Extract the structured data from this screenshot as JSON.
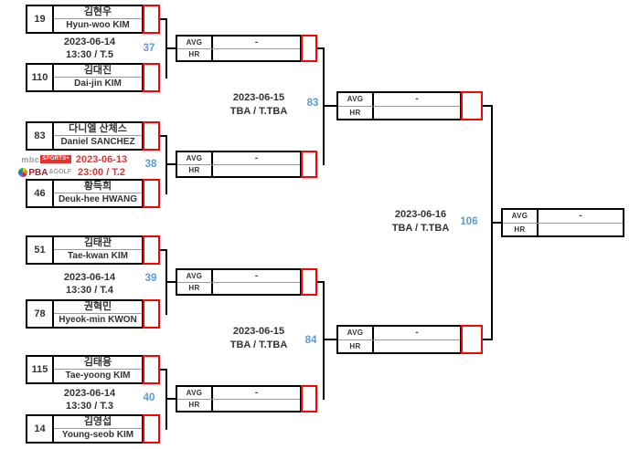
{
  "colors": {
    "match_number_blue": "#5B9BD5",
    "winner_stub_red": "#FF0000",
    "red_date_text": "#E8312B",
    "box_border": "#000000",
    "row_divider_gray": "#999999"
  },
  "score_labels": {
    "avg": "AVG",
    "hr": "HR",
    "avg_value": "-",
    "hr_value": ""
  },
  "round1": [
    {
      "match_no": "37",
      "date": "2023-06-14",
      "time": "13:30 / T.5",
      "p1": {
        "seed": "19",
        "name_kr": "김현우",
        "name_en": "Hyun-woo KIM"
      },
      "p2": {
        "seed": "110",
        "name_kr": "김대진",
        "name_en": "Dai-jin KIM"
      }
    },
    {
      "match_no": "38",
      "date": "2023-06-13",
      "time": "23:00 / T.2",
      "broadcast": {
        "mbc": "mbc",
        "sports_plus": "SPORTS+",
        "pba": "PBA",
        "and_golf": "&GOLF"
      },
      "p1": {
        "seed": "83",
        "name_kr": "다니엘 산체스",
        "name_en": "Daniel SANCHEZ"
      },
      "p2": {
        "seed": "46",
        "name_kr": "황득희",
        "name_en": "Deuk-hee HWANG"
      }
    },
    {
      "match_no": "39",
      "date": "2023-06-14",
      "time": "13:30 / T.4",
      "p1": {
        "seed": "51",
        "name_kr": "김태관",
        "name_en": "Tae-kwan KIM"
      },
      "p2": {
        "seed": "78",
        "name_kr": "권혁민",
        "name_en": "Hyeok-min KWON"
      }
    },
    {
      "match_no": "40",
      "date": "2023-06-14",
      "time": "13:30 / T.3",
      "p1": {
        "seed": "115",
        "name_kr": "김태융",
        "name_en": "Tae-yoong KIM"
      },
      "p2": {
        "seed": "14",
        "name_kr": "김영섭",
        "name_en": "Young-seob KIM"
      }
    }
  ],
  "round2": [
    {
      "match_no": "83",
      "date": "2023-06-15",
      "time": "TBA / T.TBA"
    },
    {
      "match_no": "84",
      "date": "2023-06-15",
      "time": "TBA / T.TBA"
    }
  ],
  "final": {
    "match_no": "106",
    "date": "2023-06-16",
    "time": "TBA / T.TBA"
  }
}
